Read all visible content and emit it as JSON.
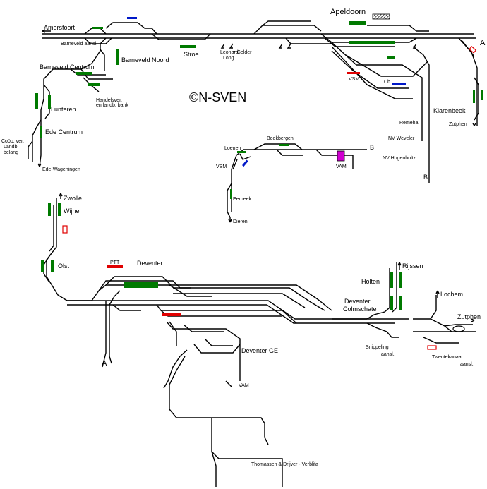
{
  "labels": {
    "amersfoort": "Amersfoort",
    "barneveld_aansl": "Barneveld aansl.",
    "stroe": "Stroe",
    "leonard_long": "Leonard\nLong",
    "v_gelder": "v Gelder",
    "apeldoorn": "Apeldoorn",
    "a_top": "A",
    "barneveld_noord": "Barneveld Noord",
    "barneveld_centrum": "Barneveld Centrum",
    "handelsver": "Handelsver.\nen landb. bank",
    "lunteren": "Lunteren",
    "ede_centrum": "Ede Centrum",
    "coop_ver": "Coöp. ver.\nLandb.\nbelang",
    "ede_wageningen": "Ede-Wageningen",
    "vsm_top": "VSM",
    "cb": "Cb",
    "remeha": "Remeha",
    "nv_weveler": "NV Weveler",
    "nv_hugenholtz": "NV Hugenholtz",
    "b_right": "B",
    "klarenbeek": "Klarenbeek",
    "zutphen_down": "Zutphen",
    "beekbergen": "Beekbergen",
    "loenen": "Loenen",
    "vsm_mid": "VSM",
    "vam_mid": "VAM",
    "b_mid": "B",
    "eerbeek": "Eerbeek",
    "dieren": "Dieren",
    "logo": "©N-SVEN",
    "zwolle": "Zwolle",
    "wijhe": "Wijhe",
    "olst": "Olst",
    "ptt": "PTT",
    "deventer": "Deventer",
    "a_bottom": "A",
    "deventer_ge": "Deventer GE",
    "vam_bottom": "VAM",
    "thomassen": "Thomassen & Drijver - Verblifa",
    "rijssen": "Rijssen",
    "holten": "Holten",
    "deventer_colmschate": "Deventer\nColmschate",
    "snippeling": "Snippeling\naansl.",
    "lochem": "Lochem",
    "zutphen_right": "Zutphen",
    "twentekanaal": "Twentekanaal\naansl."
  },
  "colors": {
    "track": "#000000",
    "platform": "#007a00",
    "siding_blue": "#0018c8",
    "industrial_red": "#e00000",
    "vam_magenta": "#d000d0",
    "hatched": "#555555"
  }
}
